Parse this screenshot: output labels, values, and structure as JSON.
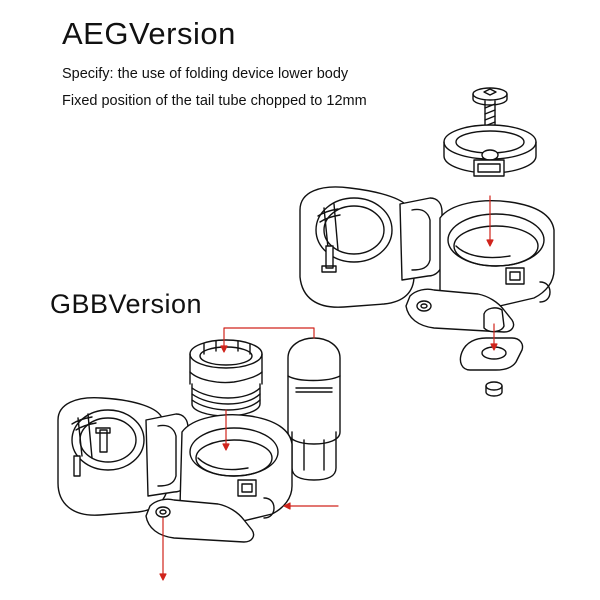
{
  "aeg": {
    "title": "AEGVersion",
    "specify_line": "Specify: the use of folding device lower body",
    "fixed_line": "Fixed position of the tail tube chopped to 12mm"
  },
  "gbb": {
    "title": "GBBVersion"
  },
  "colors": {
    "line": "#111111",
    "arrow": "#d0241c",
    "background": "#ffffff"
  }
}
